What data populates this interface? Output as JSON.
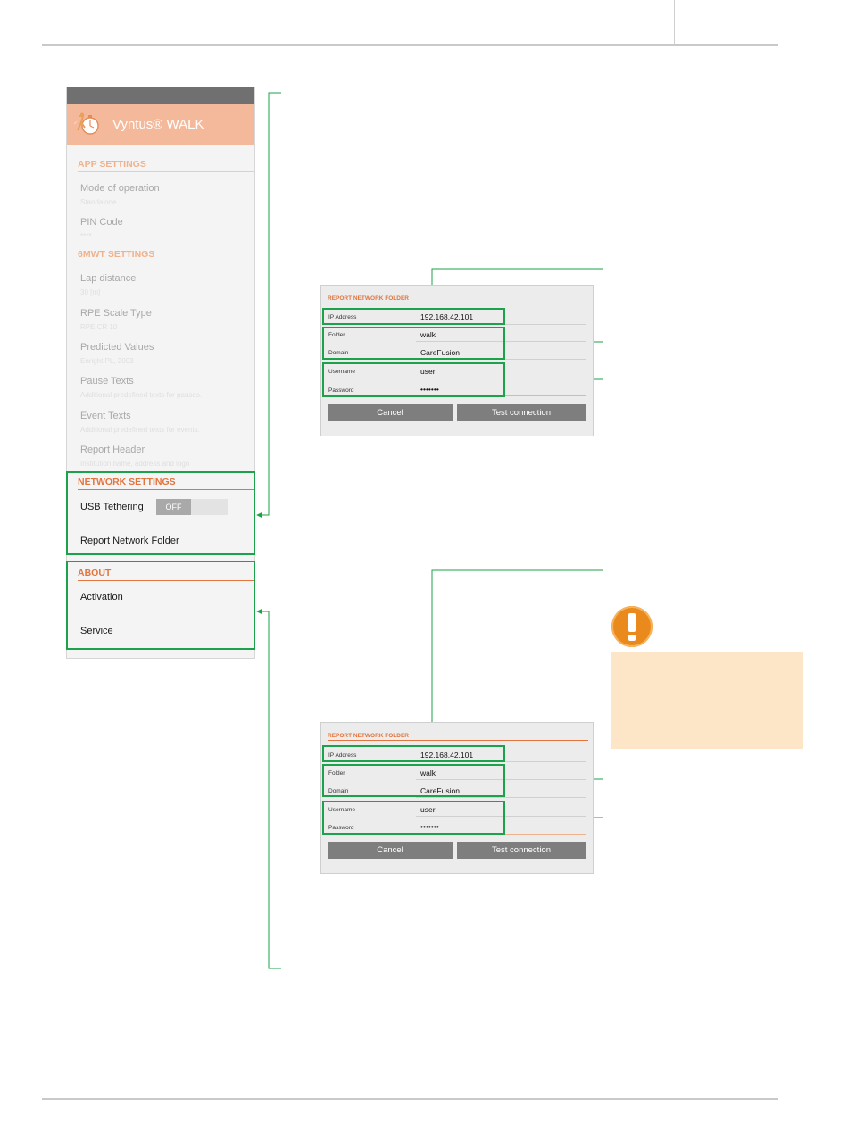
{
  "phone": {
    "app_title": "Vyntus® WALK",
    "sections": {
      "app": "APP SETTINGS",
      "sixmwt": "6MWT SETTINGS",
      "network": "NETWORK SETTINGS",
      "about": "ABOUT"
    },
    "items": {
      "mode_title": "Mode of operation",
      "mode_sub": "Standalone",
      "pin_title": "PIN Code",
      "pin_sub": "****",
      "lap_title": "Lap distance",
      "lap_sub": "30 [m]",
      "rpe_title": "RPE Scale Type",
      "rpe_sub": "RPE CR 10",
      "pred_title": "Predicted Values",
      "pred_sub": "Enright PL, 2003",
      "pause_title": "Pause Texts",
      "pause_sub": "Additional predefined texts for pauses.",
      "event_title": "Event Texts",
      "event_sub": "Additional predefined texts for events.",
      "report_title": "Report Header",
      "report_sub": "Institution name, address and logo",
      "usb_title": "USB Tethering",
      "usb_state": "OFF",
      "folder_title": "Report Network Folder",
      "activation_title": "Activation",
      "service_title": "Service"
    }
  },
  "dialogs": [
    {
      "title": "REPORT NETWORK FOLDER",
      "ip_label": "IP Address",
      "ip_value": "192.168.42.101",
      "folder_label": "Folder",
      "folder_value": "walk",
      "domain_label": "Domain",
      "domain_value": "CareFusion",
      "username_label": "Username",
      "username_value": "user",
      "password_label": "Password",
      "password_value": "•••••••",
      "cancel": "Cancel",
      "test": "Test connection"
    },
    {
      "title": "REPORT NETWORK FOLDER",
      "ip_label": "IP Address",
      "ip_value": "192.168.42.101",
      "folder_label": "Folder",
      "folder_value": "walk",
      "domain_label": "Domain",
      "domain_value": "CareFusion",
      "username_label": "Username",
      "username_value": "user",
      "password_label": "Password",
      "password_value": "•••••••",
      "cancel": "Cancel",
      "test": "Test connection"
    }
  ],
  "colors": {
    "accent_orange": "#e2743d",
    "highlight_green": "#1ba24a",
    "warning_orange": "#ea8a1c",
    "warning_fill": "#fde6c8"
  },
  "icons": {
    "app": "stopwatch-walker-icon",
    "warning": "exclamation-icon"
  }
}
